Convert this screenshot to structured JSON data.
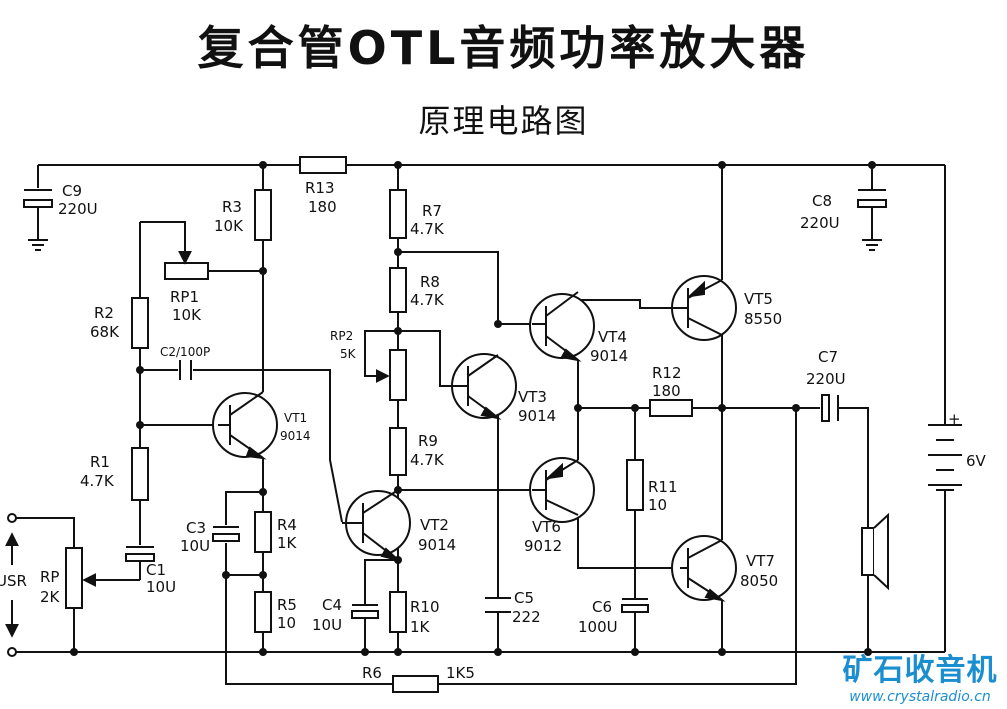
{
  "title": "复合管OTL音频功率放大器",
  "subtitle": "原理电路图",
  "components": {
    "C9": {
      "ref": "C9",
      "value": "220U"
    },
    "R13": {
      "ref": "R13",
      "value": "180"
    },
    "R3": {
      "ref": "R3",
      "value": "10K"
    },
    "RP1": {
      "ref": "RP1",
      "value": "10K"
    },
    "R2": {
      "ref": "R2",
      "value": "68K"
    },
    "C2": {
      "ref": "C2/100P"
    },
    "R1": {
      "ref": "R1",
      "value": "4.7K"
    },
    "C1": {
      "ref": "C1",
      "value": "10U"
    },
    "RP": {
      "ref": "RP",
      "value": "2K"
    },
    "VT1": {
      "ref": "VT1",
      "value": "9014"
    },
    "C3": {
      "ref": "C3",
      "value": "10U"
    },
    "R4": {
      "ref": "R4",
      "value": "1K"
    },
    "R5": {
      "ref": "R5",
      "value": "10"
    },
    "R7": {
      "ref": "R7",
      "value": "4.7K"
    },
    "R8": {
      "ref": "R8",
      "value": "4.7K"
    },
    "RP2": {
      "ref": "RP2",
      "value": "5K"
    },
    "R9": {
      "ref": "R9",
      "value": "4.7K"
    },
    "VT2": {
      "ref": "VT2",
      "value": "9014"
    },
    "C4": {
      "ref": "C4",
      "value": "10U"
    },
    "R10": {
      "ref": "R10",
      "value": "1K"
    },
    "VT3": {
      "ref": "VT3",
      "value": "9014"
    },
    "C5": {
      "ref": "C5",
      "value": "222"
    },
    "VT4": {
      "ref": "VT4",
      "value": "9014"
    },
    "VT6": {
      "ref": "VT6",
      "value": "9012"
    },
    "VT5": {
      "ref": "VT5",
      "value": "8550"
    },
    "VT7": {
      "ref": "VT7",
      "value": "8050"
    },
    "R12": {
      "ref": "R12",
      "value": "180"
    },
    "R11": {
      "ref": "R11",
      "value": "10"
    },
    "C6": {
      "ref": "C6",
      "value": "100U"
    },
    "C7": {
      "ref": "C7",
      "value": "220U"
    },
    "C8": {
      "ref": "C8",
      "value": "220U"
    },
    "R6": {
      "ref": "R6",
      "value": "1K5"
    },
    "battery": {
      "value": "6V",
      "plus": "+"
    },
    "input": {
      "label": "USR"
    }
  },
  "brand": {
    "name": "矿石收音机",
    "url": "www.crystalradio.cn"
  }
}
